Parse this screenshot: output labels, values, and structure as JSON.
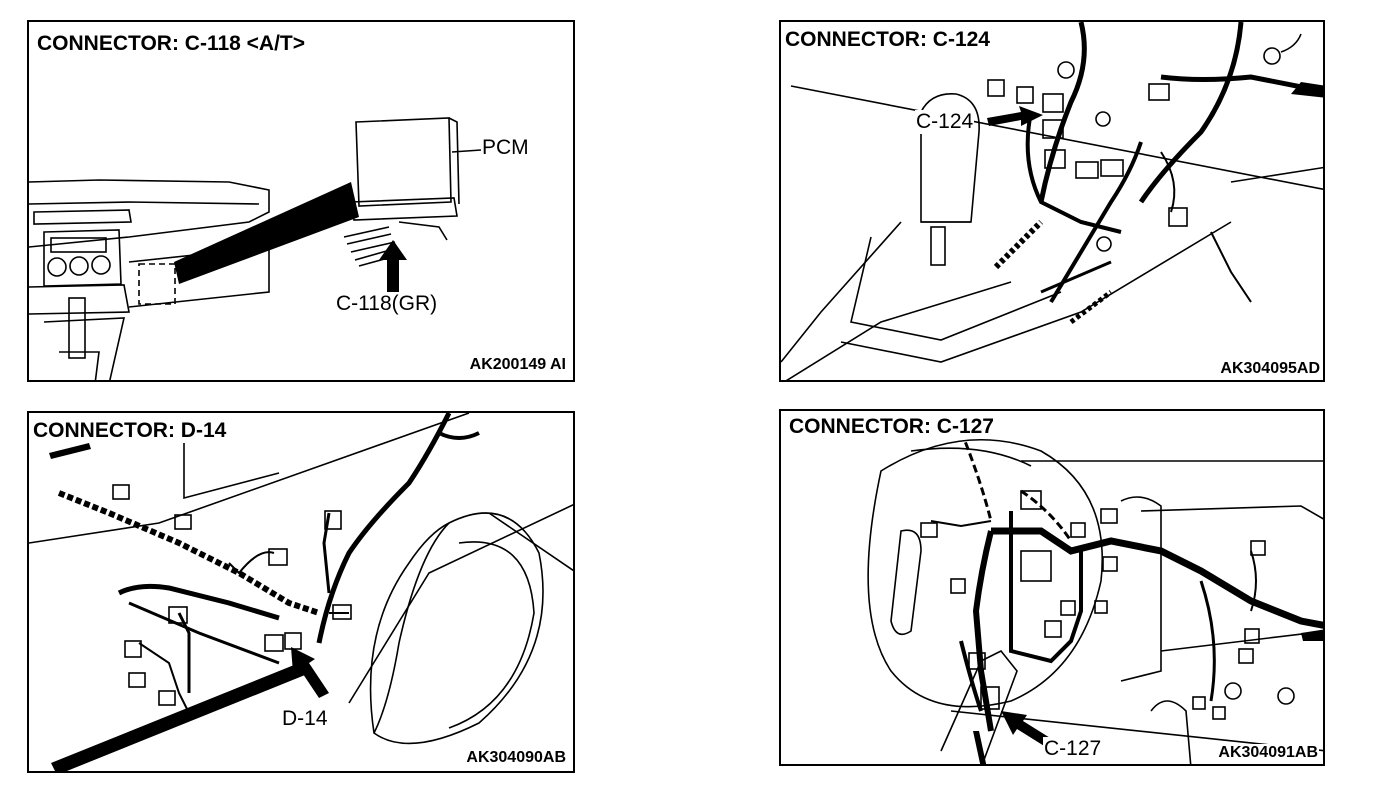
{
  "panels": [
    {
      "title": "CONNECTOR: C-118 <A/T>",
      "code": "AK200149 AI",
      "labels": {
        "pcm": "PCM",
        "connector": "C-118(GR)"
      }
    },
    {
      "title": "CONNECTOR: C-124",
      "code": "AK304095AD",
      "labels": {
        "connector": "C-124"
      }
    },
    {
      "title": "CONNECTOR: D-14",
      "code": "AK304090AB",
      "labels": {
        "connector": "D-14"
      }
    },
    {
      "title": "CONNECTOR: C-127",
      "code": "AK304091AB",
      "labels": {
        "connector": "C-127"
      }
    }
  ]
}
